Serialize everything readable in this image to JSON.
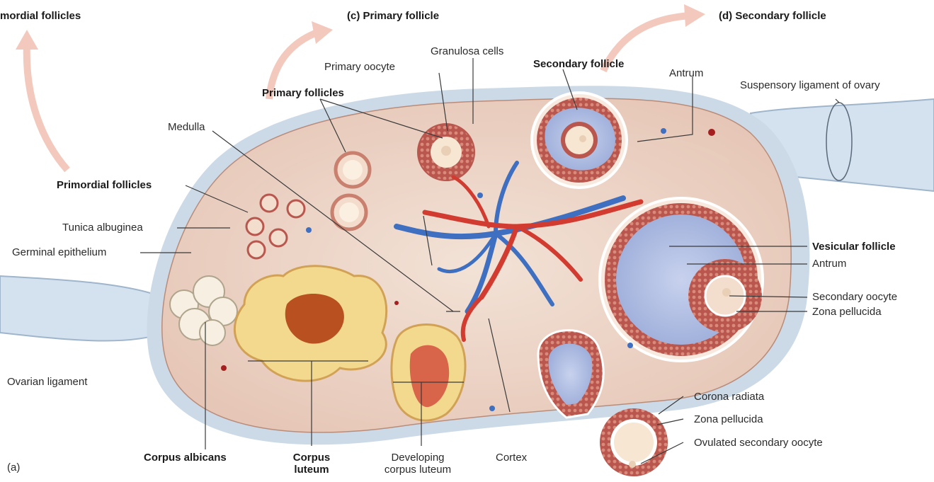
{
  "panel_labels": {
    "primordial_follicles": "mordial follicles",
    "primary_follicle": "(c) Primary follicle",
    "secondary_follicle": "(d) Secondary follicle",
    "part_a": "(a)"
  },
  "labels": {
    "granulosa_cells": "Granulosa cells",
    "primary_oocyte": "Primary oocyte",
    "secondary_follicle": "Secondary follicle",
    "antrum_top": "Antrum",
    "suspensory_ligament": "Suspensory ligament of ovary",
    "primary_follicles": "Primary follicles",
    "medulla": "Medulla",
    "primordial_follicles": "Primordial follicles",
    "tunica_albuginea": "Tunica albuginea",
    "germinal_epithelium": "Germinal epithelium",
    "vesicular_follicle": "Vesicular follicle",
    "antrum_right": "Antrum",
    "secondary_oocyte": "Secondary oocyte",
    "zona_pellucida_right": "Zona pellucida",
    "ovarian_ligament": "Ovarian ligament",
    "corona_radiata": "Corona radiata",
    "zona_pellucida_bottom": "Zona pellucida",
    "ovulated_secondary_oocyte": "Ovulated secondary oocyte",
    "corpus_albicans": "Corpus albicans",
    "corpus_luteum_1": "Corpus",
    "corpus_luteum_2": "luteum",
    "developing_corpus_luteum_1": "Developing",
    "developing_corpus_luteum_2": "corpus luteum",
    "cortex": "Cortex"
  },
  "colors": {
    "ovary_fill": "#ecd3c4",
    "tunica": "#c9d7e6",
    "follicle_ring": "#b4574f",
    "antrum_blue": "#a9b8de",
    "oocyte": "#f6e6d2",
    "corpus_luteum": "#f3d98e",
    "vein": "#3f6fc0",
    "artery": "#d23b2f",
    "arrow": "#f4c9bd"
  }
}
